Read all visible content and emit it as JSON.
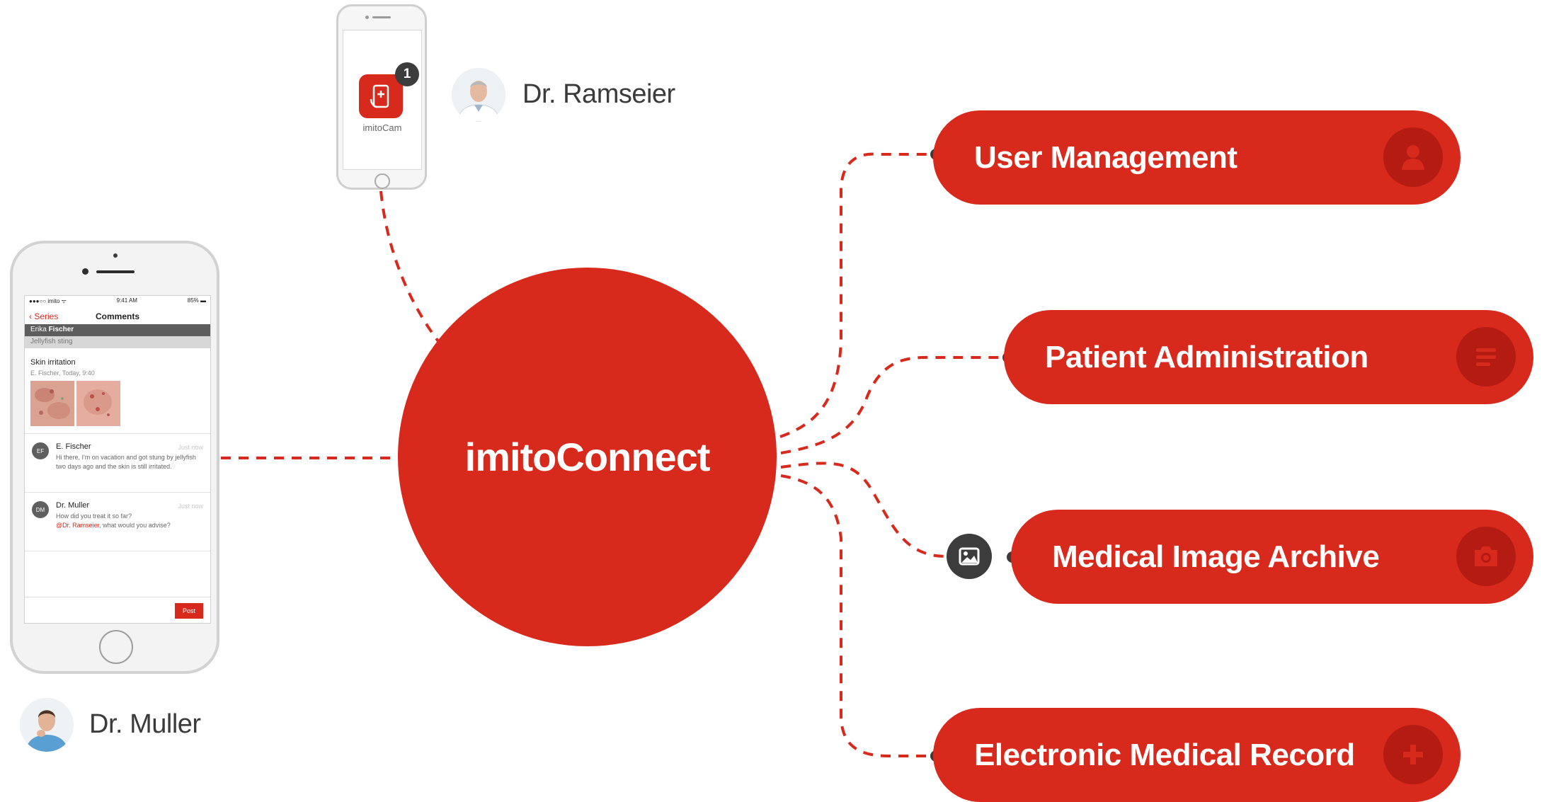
{
  "hub": {
    "label": "imitoConnect"
  },
  "features": [
    {
      "label": "User Management",
      "icon": "user-icon"
    },
    {
      "label": "Patient Administration",
      "icon": "document-icon"
    },
    {
      "label": "Medical Image Archive",
      "icon": "camera-icon"
    },
    {
      "label": "Electronic Medical Record",
      "icon": "plus-icon"
    }
  ],
  "image_bubble_icon": "image-icon",
  "doctors": {
    "top": {
      "name": "Dr. Ramseier"
    },
    "bottom": {
      "name": "Dr. Muller"
    }
  },
  "small_phone": {
    "app_name": "imitoCam",
    "badge": "1"
  },
  "big_phone": {
    "status_left": "●●●○○ imito ᯤ",
    "status_time": "9:41 AM",
    "status_right": "85% ▬",
    "back_label": "Series",
    "title": "Comments",
    "patient_prefix": "Erika",
    "patient_name": "Fischer",
    "diagnosis": "Jellyfish sting",
    "series_title": "Skin irritation",
    "series_meta": "E. Fischer, Today, 9:40",
    "comments": [
      {
        "initials": "EF",
        "author": "E. Fischer",
        "time": "Just now",
        "text": "Hi there, I'm on vacation and got stung by jellyfish two days ago and the skin is still irritated."
      },
      {
        "initials": "DM",
        "author": "Dr. Muller",
        "time": "Just now",
        "text": "How did you treat it so far?",
        "mention": "@Dr. Ramseier",
        "text_after": ", what would you advise?"
      }
    ],
    "post_label": "Post"
  },
  "colors": {
    "brand_red": "#d8291d",
    "icon_dark_red": "#b41b12",
    "dark_gray": "#3c3c3c"
  }
}
